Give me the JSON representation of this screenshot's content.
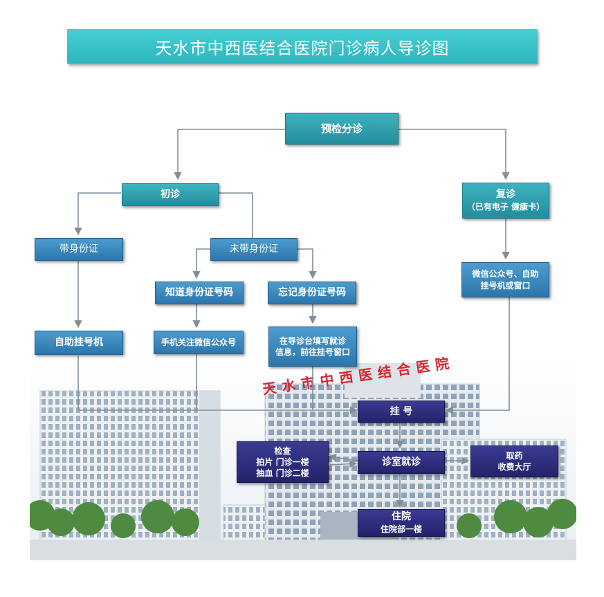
{
  "title": "天水市中西医结合医院门诊病人导诊图",
  "hospital_sign": "天水市中西医结合医院",
  "nodes": {
    "triage": "预检分诊",
    "first_visit": "初诊",
    "return_visit": "复诊",
    "return_visit_note": "（已有电子 健康卡）",
    "with_id": "带身份证",
    "without_id": "未带身份证",
    "know_id_number": "知道身份证号码",
    "forgot_id_number": "忘记身份证号码",
    "wechat_kiosk_window_1": "微信公众号、自助",
    "wechat_kiosk_window_2": "挂号机或窗口",
    "self_service_kiosk": "自助挂号机",
    "phone_follow_wechat": "手机关注微信公众号",
    "fill_info_1": "在导诊台填写就诊",
    "fill_info_2": "信息，前往挂号窗口",
    "registration": "挂 号",
    "consultation": "诊室就诊",
    "exam_title": "检查",
    "exam_line1": "拍片  门诊一楼",
    "exam_line2": "抽血  门诊二楼",
    "pharmacy_1": "取药",
    "pharmacy_2": "收费大厅",
    "inpatient": "住院",
    "inpatient_sub": "住院部一楼"
  },
  "colors": {
    "title_bar": "#35bcc3",
    "teal_box": "#2f9fae",
    "blue_box": "#3585bd",
    "navy_box": "#2a2a7a",
    "connector": "#7f8f9c"
  },
  "icons": [
    "arrow-down-icon",
    "arrow-left-icon",
    "arrow-right-icon"
  ]
}
